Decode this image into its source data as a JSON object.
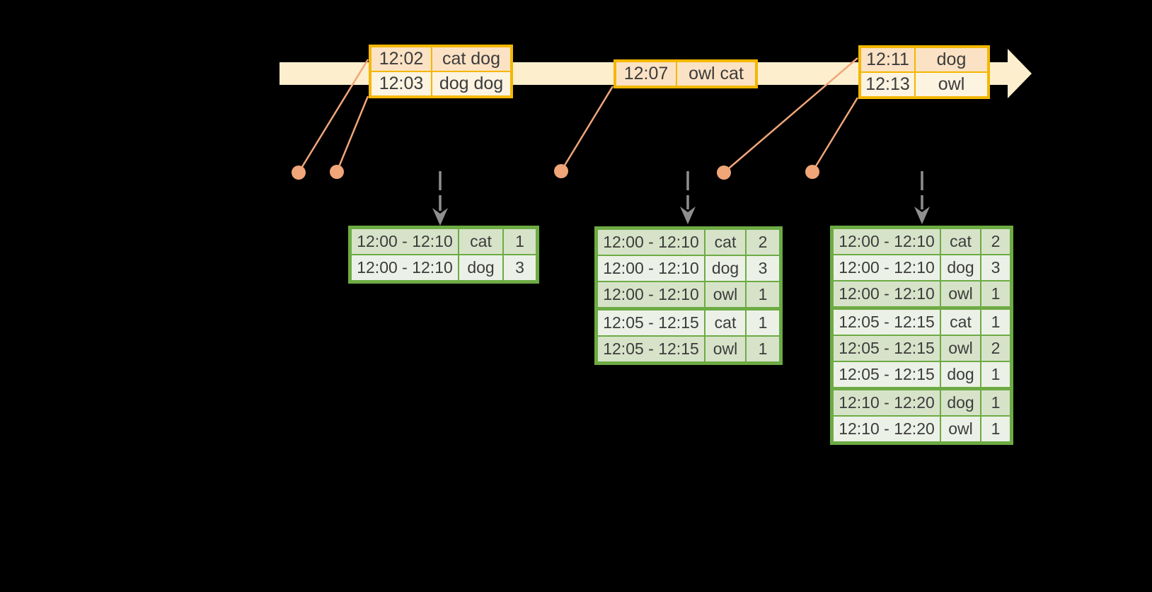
{
  "colors": {
    "background": "#000000",
    "timeline_band": "#FDEFCD",
    "event_border": "#F4B700",
    "event_row_odd": "#FBE2C4",
    "event_row_even": "#FCF3E1",
    "dot": "#F0A678",
    "connector": "#F0A678",
    "dashed_arrow": "#8F8F8F",
    "result_border": "#6DAB44",
    "result_row_odd": "#D7E3C9",
    "result_row_even": "#ECF1E7",
    "text": "#3C3C3C"
  },
  "event_tables": [
    {
      "name": "event-table-1",
      "rows": [
        {
          "time": "12:02",
          "words": "cat dog",
          "shade": "odd"
        },
        {
          "time": "12:03",
          "words": "dog dog",
          "shade": "even"
        }
      ]
    },
    {
      "name": "event-table-2",
      "rows": [
        {
          "time": "12:07",
          "words": "owl cat",
          "shade": "odd"
        }
      ]
    },
    {
      "name": "event-table-3",
      "rows": [
        {
          "time": "12:11",
          "words": "dog",
          "shade": "odd"
        },
        {
          "time": "12:13",
          "words": "owl",
          "shade": "even"
        }
      ]
    }
  ],
  "result_tables": [
    {
      "name": "result-table-1",
      "rows": [
        {
          "window": "12:00 - 12:10",
          "word": "cat",
          "count": "1",
          "shade": "odd"
        },
        {
          "window": "12:00 - 12:10",
          "word": "dog",
          "count": "3",
          "shade": "even"
        }
      ]
    },
    {
      "name": "result-table-2",
      "rows": [
        {
          "window": "12:00 - 12:10",
          "word": "cat",
          "count": "2",
          "shade": "odd"
        },
        {
          "window": "12:00 - 12:10",
          "word": "dog",
          "count": "3",
          "shade": "even"
        },
        {
          "window": "12:00 - 12:10",
          "word": "owl",
          "count": "1",
          "shade": "odd"
        },
        {
          "window": "12:05 - 12:15",
          "word": "cat",
          "count": "1",
          "shade": "even",
          "group_start": true
        },
        {
          "window": "12:05 - 12:15",
          "word": "owl",
          "count": "1",
          "shade": "odd"
        }
      ]
    },
    {
      "name": "result-table-3",
      "rows": [
        {
          "window": "12:00 - 12:10",
          "word": "cat",
          "count": "2",
          "shade": "odd"
        },
        {
          "window": "12:00 - 12:10",
          "word": "dog",
          "count": "3",
          "shade": "even"
        },
        {
          "window": "12:00 - 12:10",
          "word": "owl",
          "count": "1",
          "shade": "odd"
        },
        {
          "window": "12:05 - 12:15",
          "word": "cat",
          "count": "1",
          "shade": "even",
          "group_start": true
        },
        {
          "window": "12:05 - 12:15",
          "word": "owl",
          "count": "2",
          "shade": "odd"
        },
        {
          "window": "12:05 - 12:15",
          "word": "dog",
          "count": "1",
          "shade": "even"
        },
        {
          "window": "12:10 - 12:20",
          "word": "dog",
          "count": "1",
          "shade": "odd",
          "group_start": true
        },
        {
          "window": "12:10 - 12:20",
          "word": "owl",
          "count": "1",
          "shade": "even"
        }
      ]
    }
  ]
}
